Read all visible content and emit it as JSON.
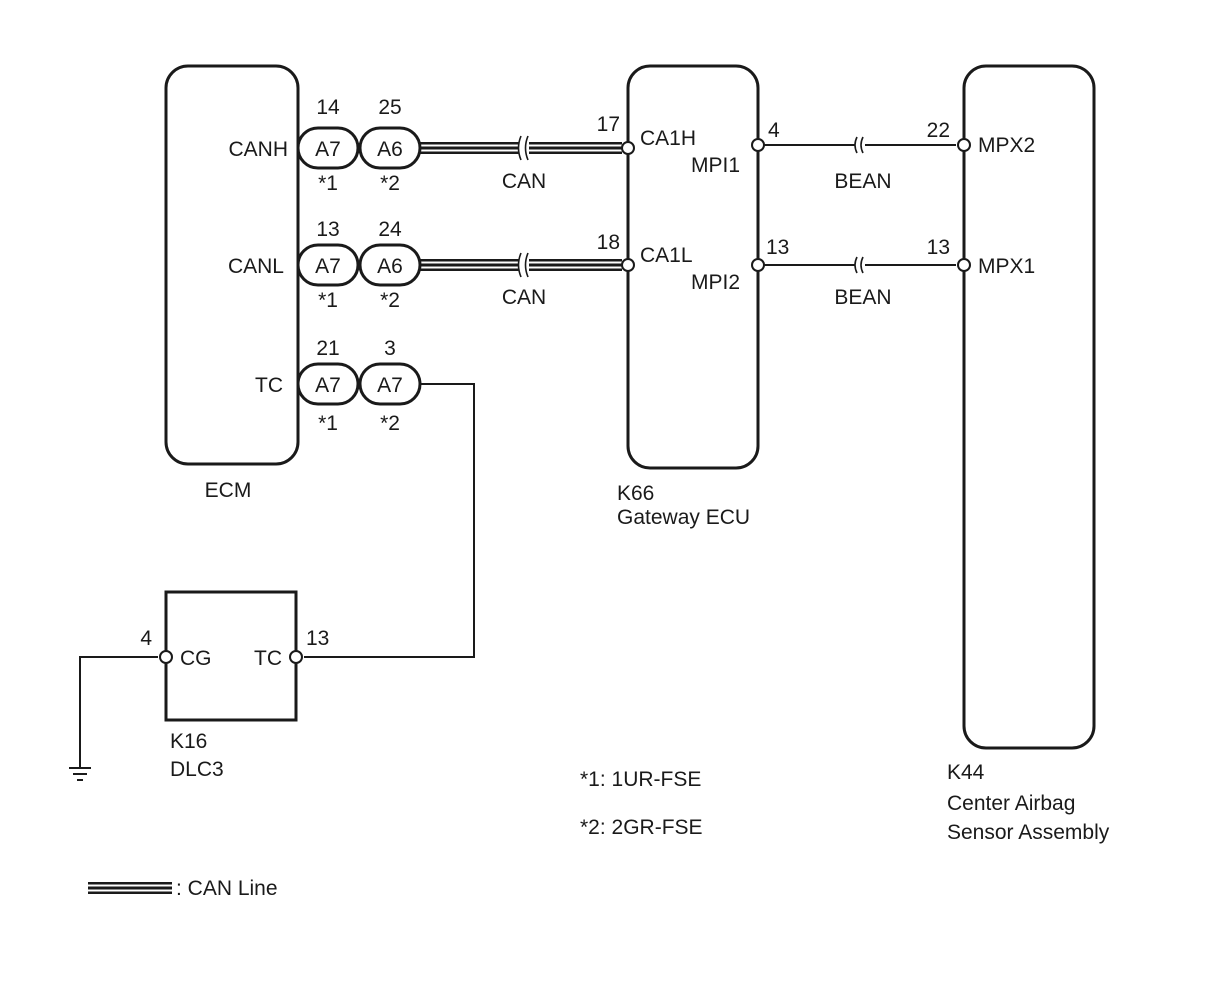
{
  "components": {
    "ecm": {
      "name": "ECM",
      "pins": {
        "canh": "CANH",
        "canl": "CANL",
        "tc": "TC"
      }
    },
    "gateway": {
      "code": "K66",
      "name": "Gateway ECU",
      "pins": {
        "ca1h": "CA1H",
        "ca1l": "CA1L",
        "mpi1": "MPI1",
        "mpi2": "MPI2"
      }
    },
    "airbag": {
      "code": "K44",
      "name_line1": "Center Airbag",
      "name_line2": "Sensor Assembly",
      "pins": {
        "mpx2": "MPX2",
        "mpx1": "MPX1"
      }
    },
    "dlc3": {
      "code": "K16",
      "name": "DLC3",
      "pins": {
        "cg": "CG",
        "tc": "TC"
      }
    }
  },
  "connectors": {
    "canh": {
      "c1": "A7",
      "c2": "A6",
      "pin1": "14",
      "pin2": "25",
      "note1": "*1",
      "note2": "*2"
    },
    "canl": {
      "c1": "A7",
      "c2": "A6",
      "pin1": "13",
      "pin2": "24",
      "note1": "*1",
      "note2": "*2"
    },
    "tc": {
      "c1": "A7",
      "c2": "A7",
      "pin1": "21",
      "pin2": "3",
      "note1": "*1",
      "note2": "*2"
    }
  },
  "pin_numbers": {
    "gw_ca1h": "17",
    "gw_ca1l": "18",
    "gw_mpi1": "4",
    "gw_mpi2": "13",
    "ab_mpx2": "22",
    "ab_mpx1": "13",
    "dlc_cg": "4",
    "dlc_tc": "13"
  },
  "wire_labels": {
    "can_top": "CAN",
    "can_bottom": "CAN",
    "bean_top": "BEAN",
    "bean_bottom": "BEAN"
  },
  "notes": {
    "note1": "*1: 1UR-FSE",
    "note2": "*2: 2GR-FSE"
  },
  "legend": {
    "can_line": ": CAN Line"
  }
}
